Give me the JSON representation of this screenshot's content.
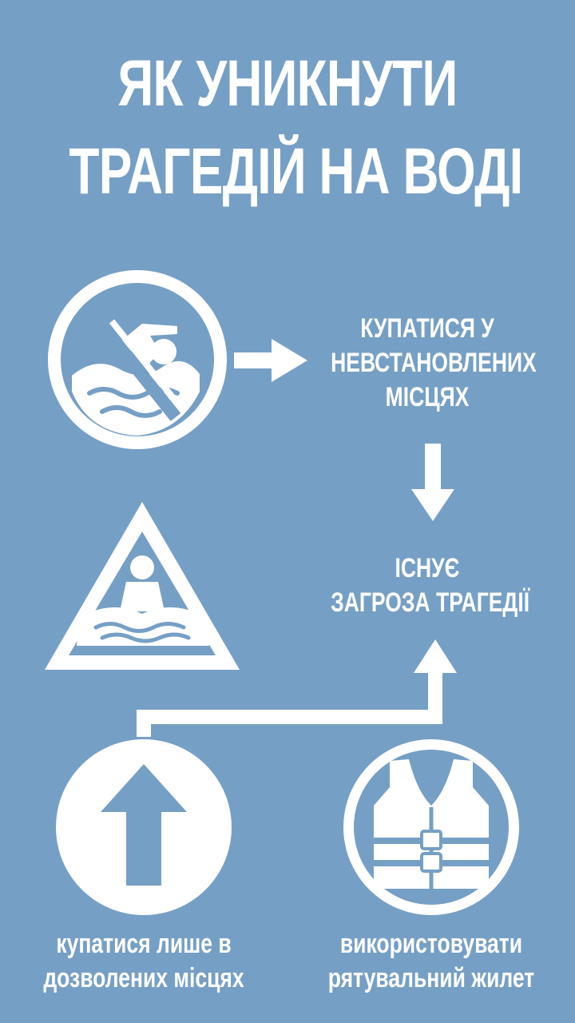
{
  "title": {
    "line1": "ЯК УНИКНУТИ",
    "line2": "ТРАГЕДІЙ НА ВОДІ"
  },
  "steps": {
    "risk": {
      "line1": "КУПАТИСЯ У",
      "line2": "НЕВСТАНОВЛЕНИХ",
      "line3": "МІСЦЯХ"
    },
    "danger": {
      "line1": "ІСНУЄ",
      "line2": "ЗАГРОЗА ТРАГЕДІЇ"
    },
    "allowed": {
      "line1": "купатися лише в",
      "line2": "дозволених місцях"
    },
    "vest": {
      "line1": "використовувати",
      "line2": "рятувальний жилет"
    }
  },
  "icons": {
    "no_swimming": "no-swimming-icon",
    "drowning_warning": "drowning-warning-icon",
    "ahead_only": "arrow-up-sign-icon",
    "life_vest": "life-vest-icon"
  },
  "colors": {
    "background": "#769fc5",
    "foreground": "#ffffff"
  }
}
